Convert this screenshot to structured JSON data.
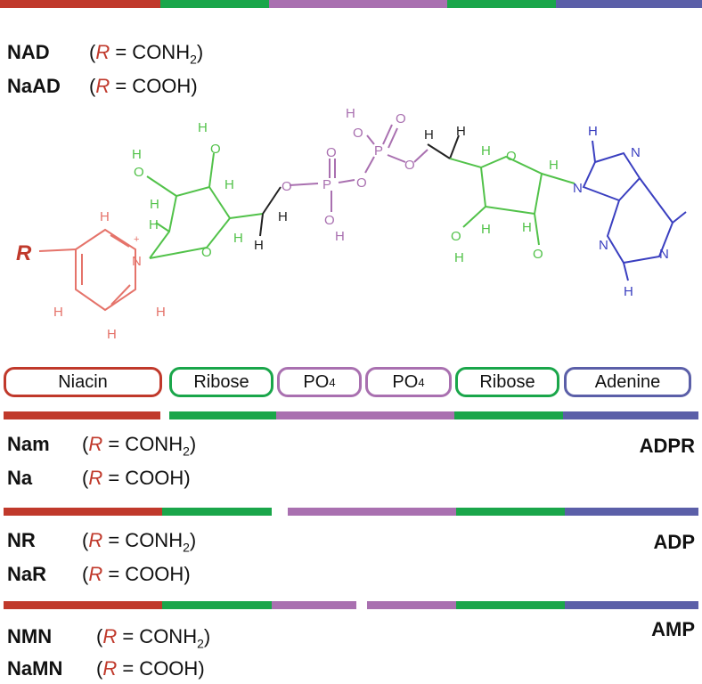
{
  "colors": {
    "niacin": "#c0392b",
    "ribose": "#1aa64a",
    "phosphate": "#a970b0",
    "adenine": "#5b5fa8",
    "r_label": "#c0392b"
  },
  "top_formulas": [
    {
      "name": "NAD",
      "r": "R",
      "eq": "= CONH",
      "sub": "2",
      "close": ")"
    },
    {
      "name": "NaAD",
      "r": "R",
      "eq": "= COOH",
      "sub": "",
      "close": ")"
    }
  ],
  "molecule": {
    "r_label": "R",
    "atoms": {
      "H": "H",
      "O": "O",
      "P": "P",
      "N": "N",
      "plus": "+"
    }
  },
  "segments": [
    {
      "label": "Niacin",
      "sub": ""
    },
    {
      "label": "Ribose",
      "sub": ""
    },
    {
      "label": "PO",
      "sub": "4"
    },
    {
      "label": "PO",
      "sub": "4"
    },
    {
      "label": "Ribose",
      "sub": ""
    },
    {
      "label": "Adenine",
      "sub": ""
    }
  ],
  "groups": [
    {
      "code": "ADPR",
      "rows": [
        {
          "name": "Nam",
          "eq": "= CONH",
          "sub": "2"
        },
        {
          "name": "Na",
          "eq": "= COOH",
          "sub": ""
        }
      ]
    },
    {
      "code": "ADP",
      "rows": [
        {
          "name": "NR",
          "eq": "= CONH",
          "sub": "2"
        },
        {
          "name": "NaR",
          "eq": "= COOH",
          "sub": ""
        }
      ]
    },
    {
      "code": "AMP",
      "rows": [
        {
          "name": "NMN",
          "eq": "= CONH",
          "sub": "2"
        },
        {
          "name": "NaMN",
          "eq": "= COOH",
          "sub": ""
        }
      ]
    }
  ]
}
